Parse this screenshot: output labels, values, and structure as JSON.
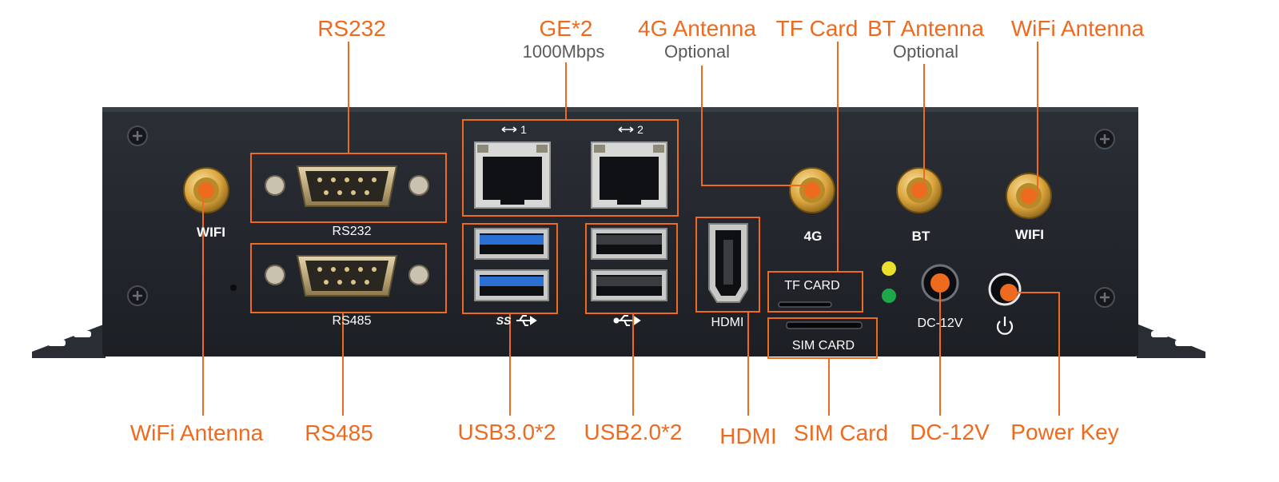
{
  "callouts_top": {
    "rs232": "RS232",
    "ge": "GE*2",
    "ge_sub": "1000Mbps",
    "antenna_4g": "4G Antenna",
    "antenna_4g_sub": "Optional",
    "tf_card": "TF Card",
    "bt_antenna": "BT Antenna",
    "bt_antenna_sub": "Optional",
    "wifi_antenna": "WiFi Antenna"
  },
  "callouts_bottom": {
    "wifi_antenna": "WiFi Antenna",
    "rs485": "RS485",
    "usb3": "USB3.0*2",
    "usb2": "USB2.0*2",
    "hdmi": "HDMI",
    "sim_card": "SIM Card",
    "dc": "DC-12V",
    "power_key": "Power Key"
  },
  "panel_labels": {
    "wifi_left": "WIFI",
    "rs232": "RS232",
    "rs485": "RS485",
    "lan1": "1",
    "lan2": "2",
    "usb3_logo": "SS",
    "hdmi": "HDMI",
    "ant_4g": "4G",
    "ant_bt": "BT",
    "wifi_right": "WIFI",
    "tf_card": "TF CARD",
    "sim_card": "SIM CARD",
    "dc": "DC-12V"
  },
  "colors": {
    "accent": "#ee6a1f",
    "panel": "#23262c",
    "gold": "#d9a43c",
    "usb3_blue": "#2a6fd1",
    "led_yellow": "#e8e02a",
    "led_green": "#1fa84a"
  },
  "icons": [
    "usb-icon",
    "network-link-icon",
    "power-icon",
    "screw-icon"
  ]
}
